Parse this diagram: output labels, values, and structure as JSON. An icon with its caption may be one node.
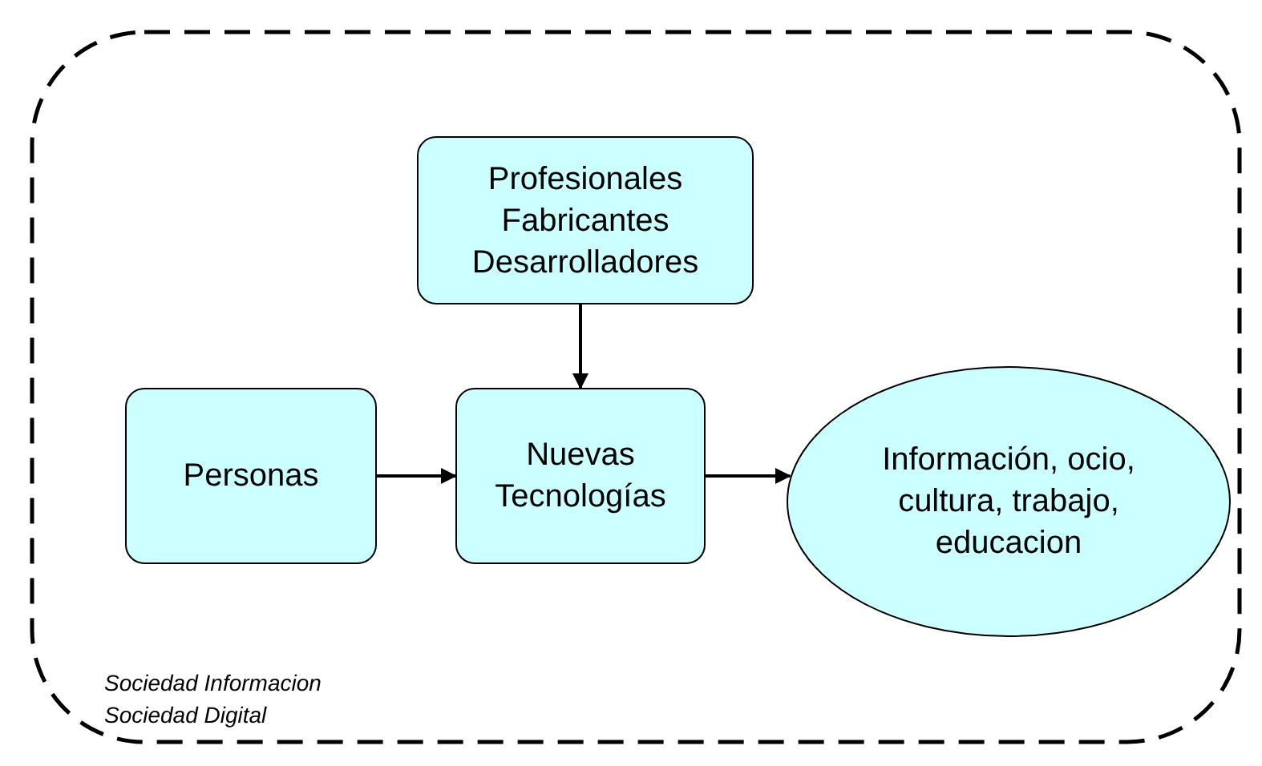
{
  "diagram": {
    "nodes": [
      {
        "text": [
          "Sociedad Informacion Sociedad Digital"
        ]
      },
      {
        "text": [
          "Profesionales Fabricantes Desarrolladores"
        ],
        "in": 0
      },
      {
        "text": [
          "Personas"
        ],
        "in": 0
      },
      {
        "text": [
          "Nuevas Tecnologías"
        ],
        "in": 0
      },
      {
        "text": [
          "Información, ocio, cultura, trabajo, educacion"
        ],
        "in": 0
      }
    ],
    "edges": [
      {
        "from": 1,
        "to": 3,
        "arrow": "to"
      },
      {
        "from": 2,
        "to": 3,
        "arrow": "to"
      },
      {
        "from": 3,
        "to": 4,
        "arrow": "to"
      }
    ]
  }
}
